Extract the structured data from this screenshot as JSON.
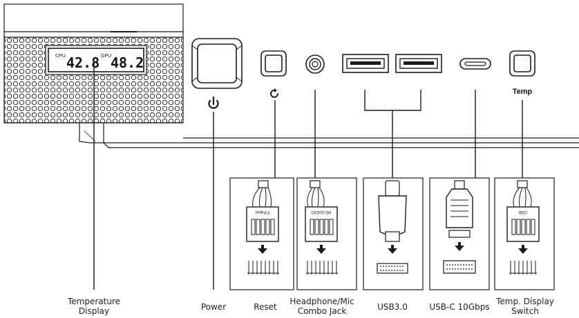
{
  "lcd": {
    "cpu_label": "CPU",
    "cpu_value": "42.8",
    "gpu_label": "GPU",
    "gpu_value": "48.2"
  },
  "buttons": {
    "temp_label": "Temp"
  },
  "headers": {
    "reset_text": "F.Panel",
    "audio_text": "HD AUDIO",
    "temp_text": "USB"
  },
  "labels": {
    "temperature_display": "Temperature\nDisplay",
    "power": "Power",
    "reset": "Reset",
    "headphone": "Headphone/Mic\nCombo Jack",
    "usb3": "USB3.0",
    "usbc": "USB-C 10Gbps",
    "temp_switch": "Temp. Display\nSwitch"
  },
  "colors": {
    "line": "#1a1a1a",
    "panel": "#ffffff"
  }
}
